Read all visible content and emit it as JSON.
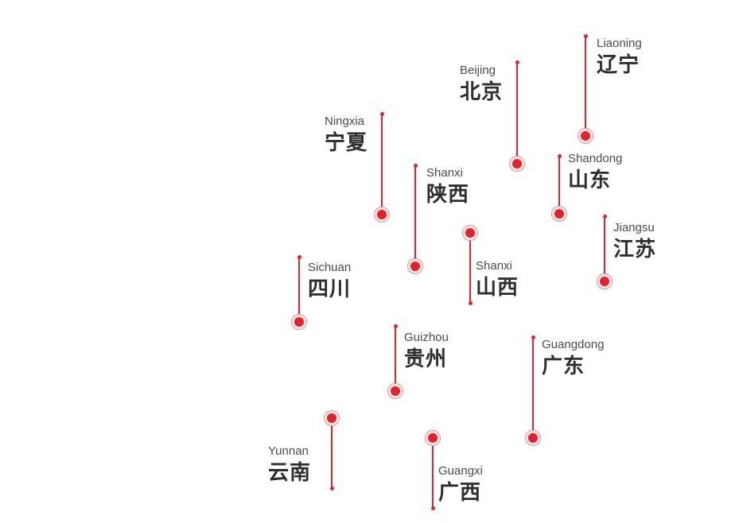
{
  "accent_color": "#e0242b",
  "provinces": [
    {
      "key": "liaoning",
      "en": "Liaoning",
      "zh": "辽宁"
    },
    {
      "key": "beijing",
      "en": "Beijing",
      "zh": "北京"
    },
    {
      "key": "ningxia",
      "en": "Ningxia",
      "zh": "宁夏"
    },
    {
      "key": "shandong",
      "en": "Shandong",
      "zh": "山东"
    },
    {
      "key": "shaanxi",
      "en": "Shanxi",
      "zh": "陕西"
    },
    {
      "key": "jiangsu",
      "en": "Jiangsu",
      "zh": "江苏"
    },
    {
      "key": "shanxi",
      "en": "Shanxi",
      "zh": "山西"
    },
    {
      "key": "sichuan",
      "en": "Sichuan",
      "zh": "四川"
    },
    {
      "key": "guizhou",
      "en": "Guizhou",
      "zh": "贵州"
    },
    {
      "key": "guangdong",
      "en": "Guangdong",
      "zh": "广东"
    },
    {
      "key": "yunnan",
      "en": "Yunnan",
      "zh": "云南"
    },
    {
      "key": "guangxi",
      "en": "Guangxi",
      "zh": "广西"
    }
  ]
}
